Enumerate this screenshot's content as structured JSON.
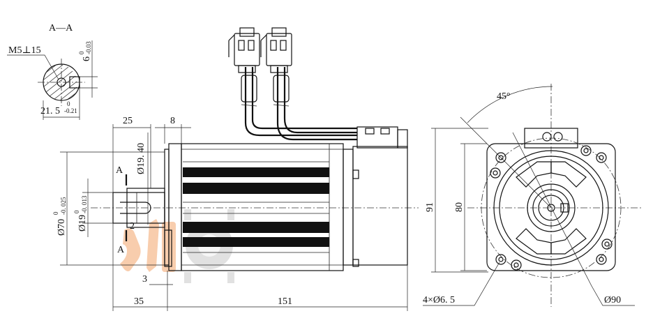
{
  "section": {
    "title": "A—A",
    "thread": "M5⊥15",
    "keyway_width": "6",
    "keyway_width_tol_upper": "0",
    "keyway_width_tol_lower": "-0.03",
    "key_depth": "21. 5",
    "key_depth_tol_upper": "0",
    "key_depth_tol_lower": "-0.21"
  },
  "side_view": {
    "shaft_len": "25",
    "step_len": "8",
    "hub_dia": "Ø19. 40",
    "flange_dia": "Ø70",
    "flange_dia_tol_upper": "0",
    "flange_dia_tol_lower": "-0. 025",
    "shaft_dia": "Ø19",
    "shaft_dia_tol_upper": "0",
    "shaft_dia_tol_lower": "-0. 013",
    "section_mark_top": "A",
    "section_mark_bottom": "A",
    "dim_2": "2",
    "dim_3": "3",
    "total_shaft": "35",
    "body_len": "151"
  },
  "front_view": {
    "angle": "45°",
    "square": "91",
    "pcd": "80",
    "holes": "4×Ø6. 5",
    "circle": "Ø90"
  }
}
